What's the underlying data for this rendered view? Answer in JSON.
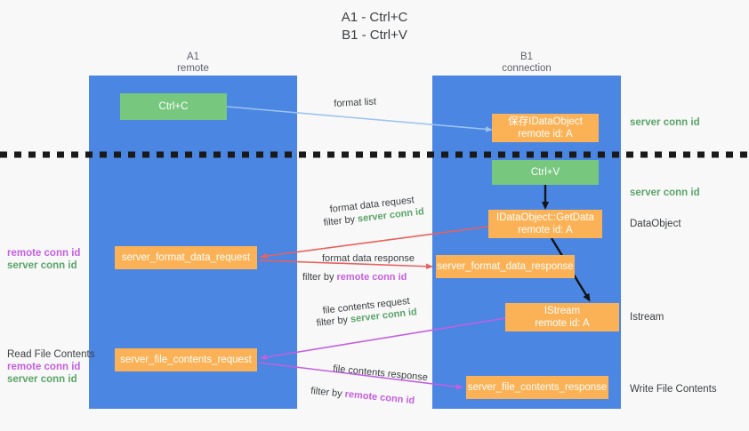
{
  "title": {
    "line1": "A1 - Ctrl+C",
    "line2": "B1 - Ctrl+V"
  },
  "colors": {
    "background": "#f8f8f8",
    "lane": "#4a86e2",
    "node_green": "#78c77f",
    "node_orange": "#fbb256",
    "server_conn": "#5aa469",
    "remote_conn": "#c45fe0",
    "text_dark": "#3c4043",
    "divider": "#1a1a1a",
    "arrow_format_list": "#9cc3ef",
    "arrow_format_data": "#e8615e",
    "arrow_file": "#c45fe0",
    "arrow_internal": "#141414"
  },
  "columns": [
    {
      "name": "A1",
      "sub": "remote"
    },
    {
      "name": "B1",
      "sub": "connection"
    }
  ],
  "nodes": {
    "ctrl_c": {
      "label": "Ctrl+C"
    },
    "save_idataobject": {
      "line1": "保存IDataObject",
      "line2": "remote id: A"
    },
    "ctrl_v": {
      "label": "Ctrl+V"
    },
    "getdata": {
      "line1": "IDataObject::GetData",
      "line2": "remote id: A"
    },
    "format_data_request": {
      "label": "server_format_data_request"
    },
    "format_data_response": {
      "label": "server_format_data_response"
    },
    "istream": {
      "line1": "IStream",
      "line2": "remote id: A"
    },
    "file_contents_request": {
      "label": "server_file_contents_request"
    },
    "file_contents_response": {
      "label": "server_file_contents_response"
    }
  },
  "right_labels": {
    "server_conn_top": "server conn id",
    "server_conn_mid": "server conn id",
    "dataobject": "DataObject",
    "istream": "Istream",
    "write_file_contents": "Write File Contents"
  },
  "left_labels": {
    "format_block": {
      "remote": "remote conn id",
      "server": "server conn id"
    },
    "file_block": {
      "heading": "Read File Contents",
      "remote": "remote conn id",
      "server": "server conn id"
    }
  },
  "edge_labels": {
    "format_list": "format list",
    "format_data_request": "format data request",
    "format_data_request_filter_prefix": "filter by ",
    "format_data_request_filter_key": "server conn id",
    "format_data_response": "format data response",
    "format_data_response_filter_prefix": "filter by ",
    "format_data_response_filter_key": "remote conn id",
    "file_contents_request": "file contents request",
    "file_contents_request_filter_prefix": "filter by ",
    "file_contents_request_filter_key": "server conn id",
    "file_contents_response": "file contents response",
    "file_contents_response_filter_prefix": "filter by ",
    "file_contents_response_filter_key": "remote conn id"
  }
}
